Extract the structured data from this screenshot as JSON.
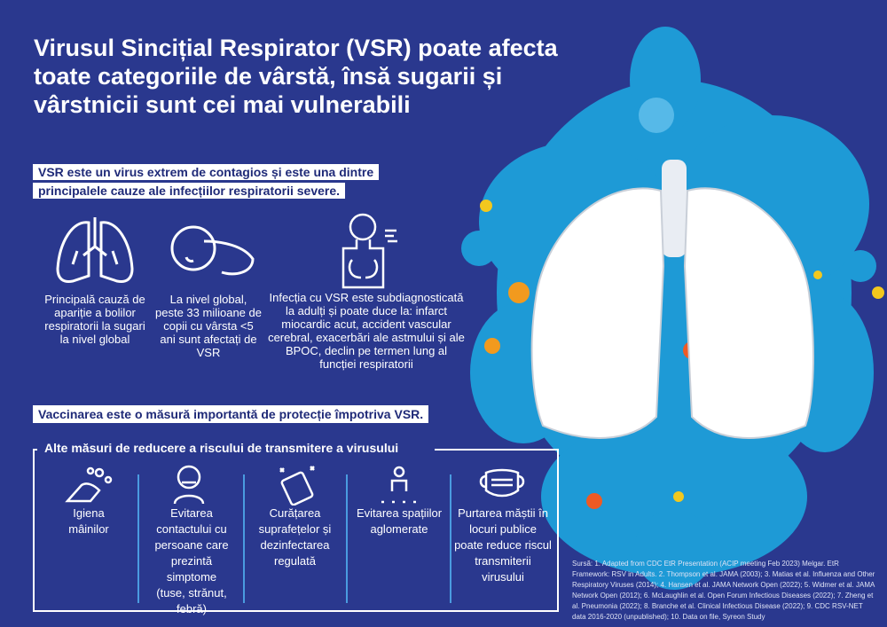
{
  "title": "Virusul Sincițial Respirator (VSR) poate afecta toate categoriile de vârstă, însă sugarii și vârstnicii sunt cei mai vulnerabili",
  "highlight": "VSR este un virus extrem de contagios și este una dintre principalele cauze ale infecțiilor respiratorii severe.",
  "facts": [
    {
      "icon": "lungs-icon",
      "text": "Principală cauză de apariție a bolilor respiratorii la sugari la nivel global"
    },
    {
      "icon": "infant-icon",
      "text": "La nivel global, peste 33 milioane de copii cu vârsta <5 ani sunt afectați de VSR"
    },
    {
      "icon": "respiratory-system-icon",
      "text": "Infecția cu VSR este subdiagnosticată la adulți și poate duce la: infarct miocardic acut, accident vascular cerebral, exacerbări ale astmului și ale BPOC, declin pe termen lung al funcției respiratorii"
    }
  ],
  "vaccination": "Vaccinarea este o măsură importantă de protecție împotriva VSR.",
  "measures": {
    "heading": "Alte măsuri de reducere a riscului de transmitere a virusului",
    "items": [
      {
        "icon": "hand-washing-icon",
        "text": "Igiena mâinilor"
      },
      {
        "icon": "sneezing-person-icon",
        "text": "Evitarea contactului cu persoane care prezintă simptome (tuse, strănut, febră)"
      },
      {
        "icon": "cleaning-icon",
        "text": "Curățarea suprafețelor și dezinfectarea regulată"
      },
      {
        "icon": "distancing-icon",
        "text": "Evitarea spațiilor aglomerate"
      },
      {
        "icon": "face-mask-icon",
        "text": "Purtarea măștii în locuri publice poate reduce riscul transmiterii virusului"
      }
    ]
  },
  "sources": "Sursă: 1. Adapted from CDC EtR Presentation (ACIP meeting Feb 2023) Melgar. EtR Framework: RSV in Adults. 2. Thompson et al. JAMA (2003); 3. Matias et al. Influenza and Other Respiratory Viruses (2014); 4. Hansen et al. JAMA Network Open (2022); 5. Widmer et al. JAMA Network Open (2012); 6. McLaughlin et al. Open Forum Infectious Diseases (2022); 7. Zheng et al. Pneumonia (2022); 8. Branche et al. Clinical Infectious Disease (2022); 9. CDC RSV-NET data 2016-2020 (unpublished); 10. Data on file, Syreon Study",
  "colors": {
    "background": "#2a388e",
    "splash": "#1e9ad6",
    "accent_yellow": "#f2c81e",
    "accent_orange": "#ef5a24"
  }
}
